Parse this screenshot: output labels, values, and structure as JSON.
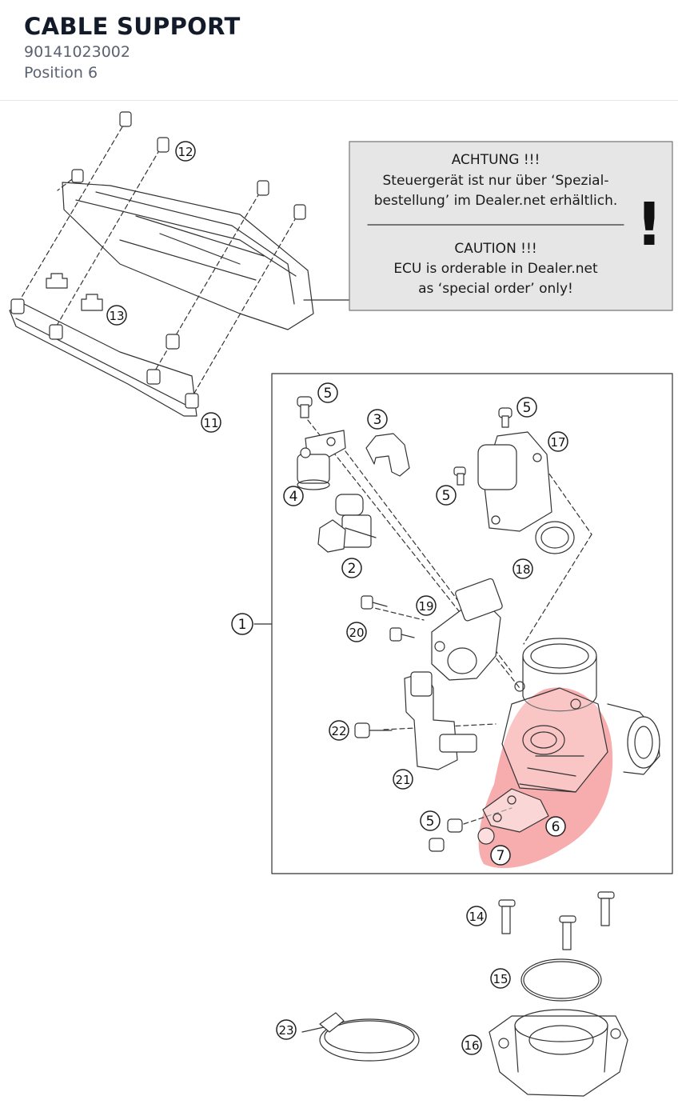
{
  "part": {
    "name": "CABLE SUPPORT",
    "number": "90141023002",
    "position": "Position 6"
  },
  "warning": {
    "de_title": "ACHTUNG !!!",
    "de_line1": "Steuergerät ist nur über ‘Spezial-",
    "de_line2": "bestellung’ im Dealer.net erhältlich.",
    "en_title": "CAUTION !!!",
    "en_line1": "ECU is orderable in Dealer.net",
    "en_line2": "as ‘special order’ only!",
    "symbol": "!"
  },
  "callouts": {
    "c1": "1",
    "c2": "2",
    "c3": "3",
    "c4": "4",
    "c5a": "5",
    "c5b": "5",
    "c5c": "5",
    "c5d": "5",
    "c6": "6",
    "c7": "7",
    "c11": "11",
    "c12": "12",
    "c13": "13",
    "c14": "14",
    "c15": "15",
    "c16": "16",
    "c17": "17",
    "c18": "18",
    "c19": "19",
    "c20": "20",
    "c21": "21",
    "c22": "22",
    "c23": "23"
  },
  "colors": {
    "highlight": "#f06a6a",
    "line": "#333333",
    "warning_bg": "#e6e6e6"
  }
}
